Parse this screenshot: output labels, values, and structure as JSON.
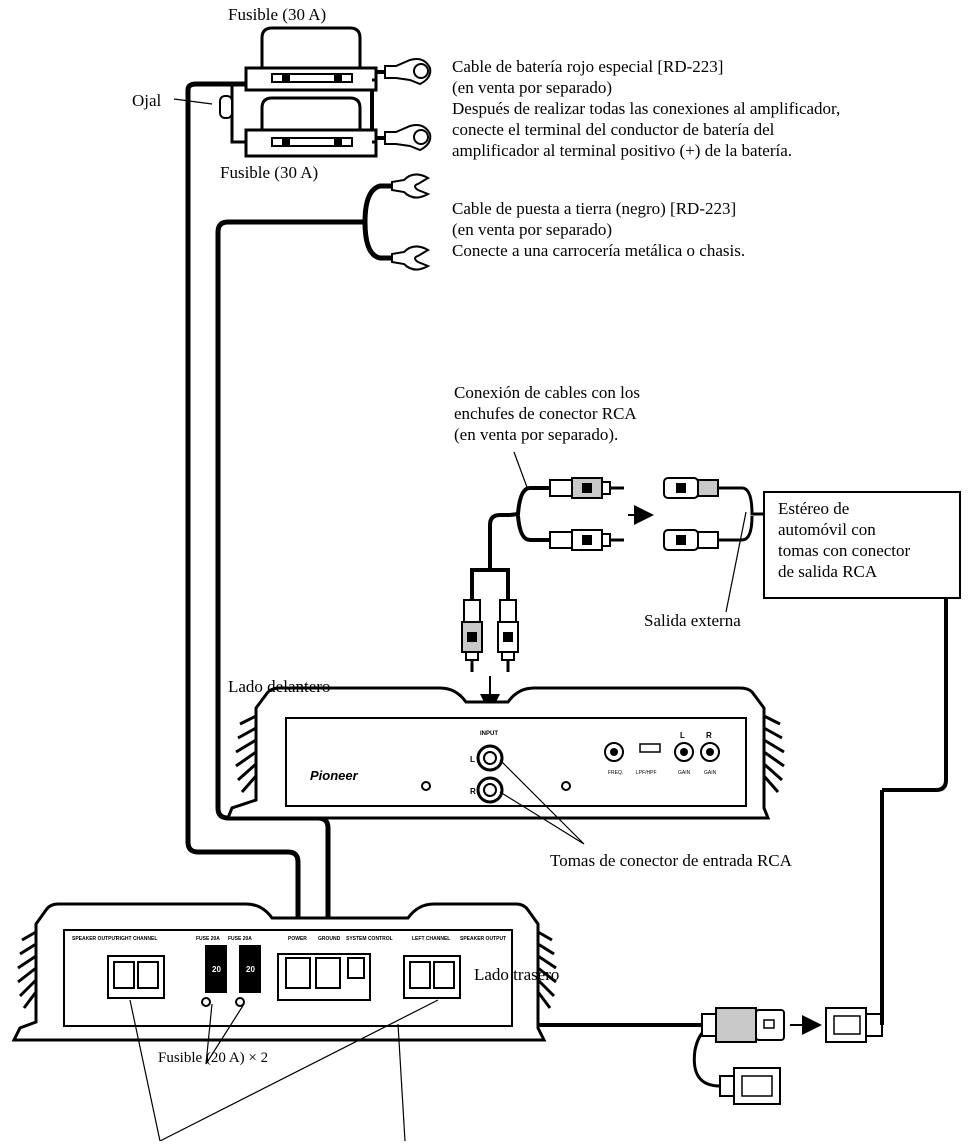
{
  "labels": {
    "fuse_30_top": "Fusible (30 A)",
    "fuse_30_bottom": "Fusible (30 A)",
    "grommet": "Ojal",
    "battery_cable": [
      "Cable de batería rojo especial [RD-223]",
      "(en venta por separado)",
      "Después de realizar todas las conexiones al amplificador,",
      "conecte el terminal del conductor de batería del",
      "amplificador al terminal positivo (+) de la batería."
    ],
    "ground_cable": [
      "Cable de puesta a tierra (negro) [RD-223]",
      "(en venta por separado)",
      "Conecte a una carrocería metálica o chasis."
    ],
    "rca_cables": [
      "Conexión de cables con los",
      "enchufes de conector RCA",
      "(en venta por separado)."
    ],
    "car_stereo": [
      "Estéreo de",
      "automóvil con",
      "tomas con conector",
      "de salida RCA"
    ],
    "external_output": "Salida externa",
    "front_side": "Lado delantero",
    "rca_input_jacks": "Tomas de conector de entrada RCA",
    "rear_side": "Lado trasero",
    "fuse_20": "Fusible (20 A) × 2"
  },
  "panel_text": {
    "brand": "Pioneer",
    "input": "INPUT",
    "l": "L",
    "r": "R",
    "freq": "FREQ.",
    "lpf_hpf": "LPF/HPF",
    "gain": "GAIN",
    "speaker_output": "SPEAKER OUTPUT",
    "right_channel": "RIGHT CHANNEL",
    "left_channel": "LEFT CHANNEL",
    "fuse_20a": "FUSE 20A",
    "power": "POWER",
    "ground": "GROUND",
    "system_control": "SYSTEM CONTROL",
    "fuse_value": "20"
  },
  "colors": {
    "line": "#000000",
    "plug_fill": "#c8c8c8"
  }
}
